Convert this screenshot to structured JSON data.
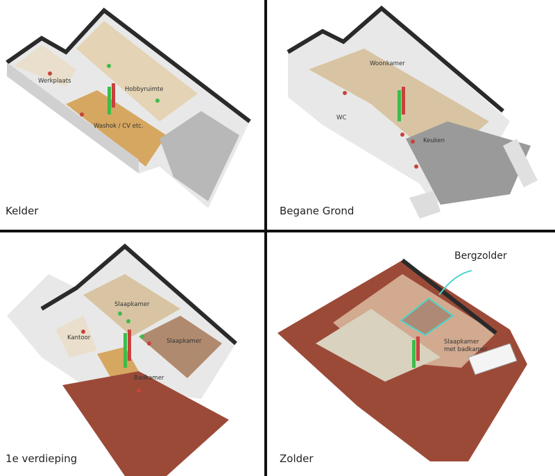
{
  "floors": [
    {
      "label": "Kelder",
      "rooms": [
        "Werkplaats",
        "Hobbyruimte",
        "Washok / CV etc."
      ]
    },
    {
      "label": "Begane Grond",
      "rooms": [
        "Woonkamer",
        "WC",
        "Keuken"
      ]
    },
    {
      "label": "1e verdieping",
      "rooms": [
        "Slaapkamer",
        "Kantoor",
        "Slaapkamer",
        "Badkamer"
      ]
    },
    {
      "label": "Zolder",
      "rooms": [
        "Slaapkamer",
        "met badkamer"
      ],
      "annotation": "Bergzolder"
    }
  ],
  "colors": {
    "wall_top": "#2a2a2a",
    "wall": "#e6e6e6",
    "floor_wood": "#d9b98a",
    "floor_tile": "#a8a8a8",
    "roof": "#9c4a38",
    "highlight": "#4fd6cc",
    "pipe_green": "#3cbc4a",
    "pipe_red": "#c8423c"
  }
}
